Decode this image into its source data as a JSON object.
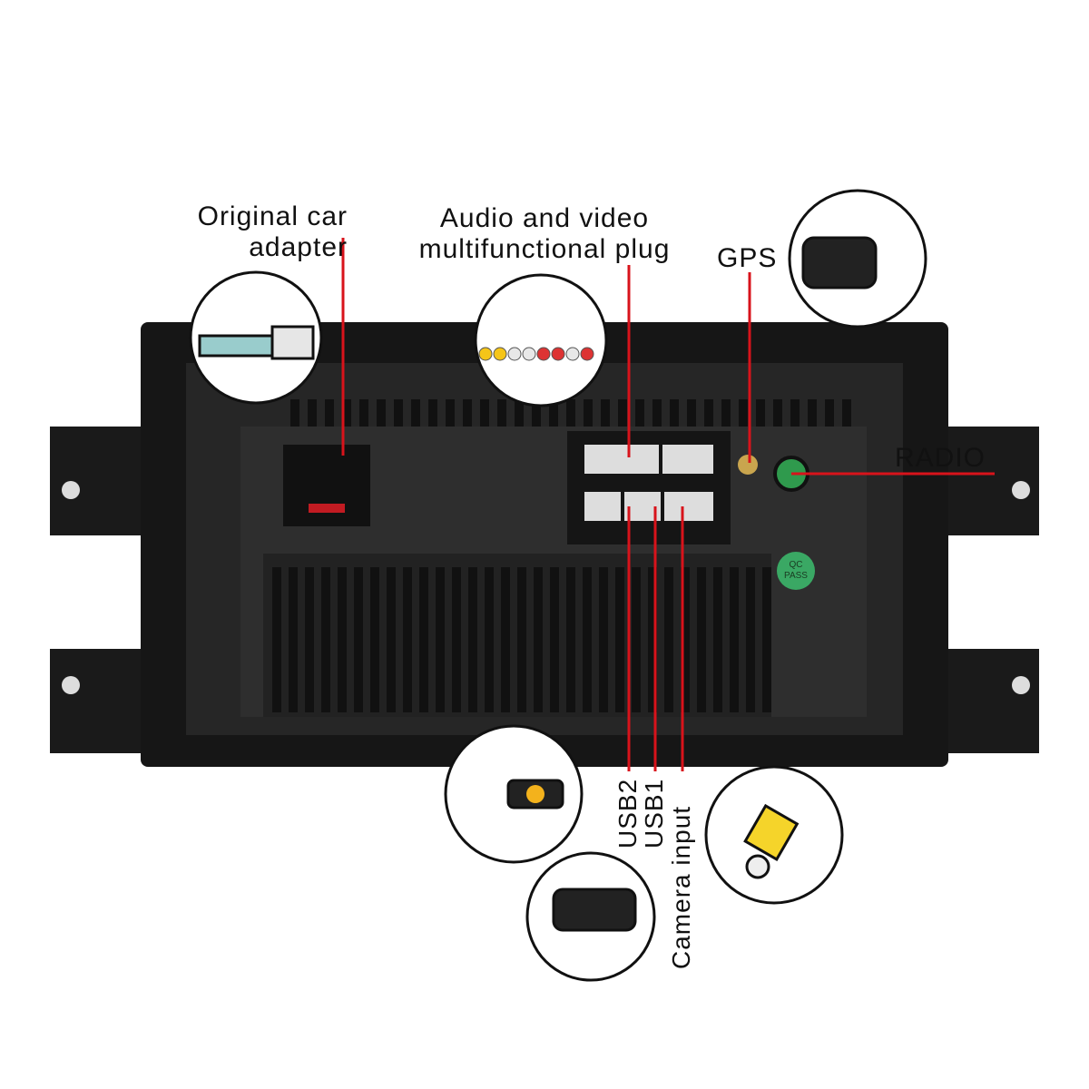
{
  "labels": {
    "original_car_adapter": [
      "Original car",
      "adapter"
    ],
    "audio_video_plug": [
      "Audio and video",
      "multifunctional plug"
    ],
    "gps": "GPS",
    "radio": "RADIO",
    "usb2": "USB2",
    "usb1": "USB1",
    "camera_input": "Camera input"
  },
  "badge": {
    "line1": "QC",
    "line2": "PASS"
  },
  "colors": {
    "pointer": "#d8131b",
    "unit": "#1c1c1c",
    "badge": "#3aa864"
  }
}
